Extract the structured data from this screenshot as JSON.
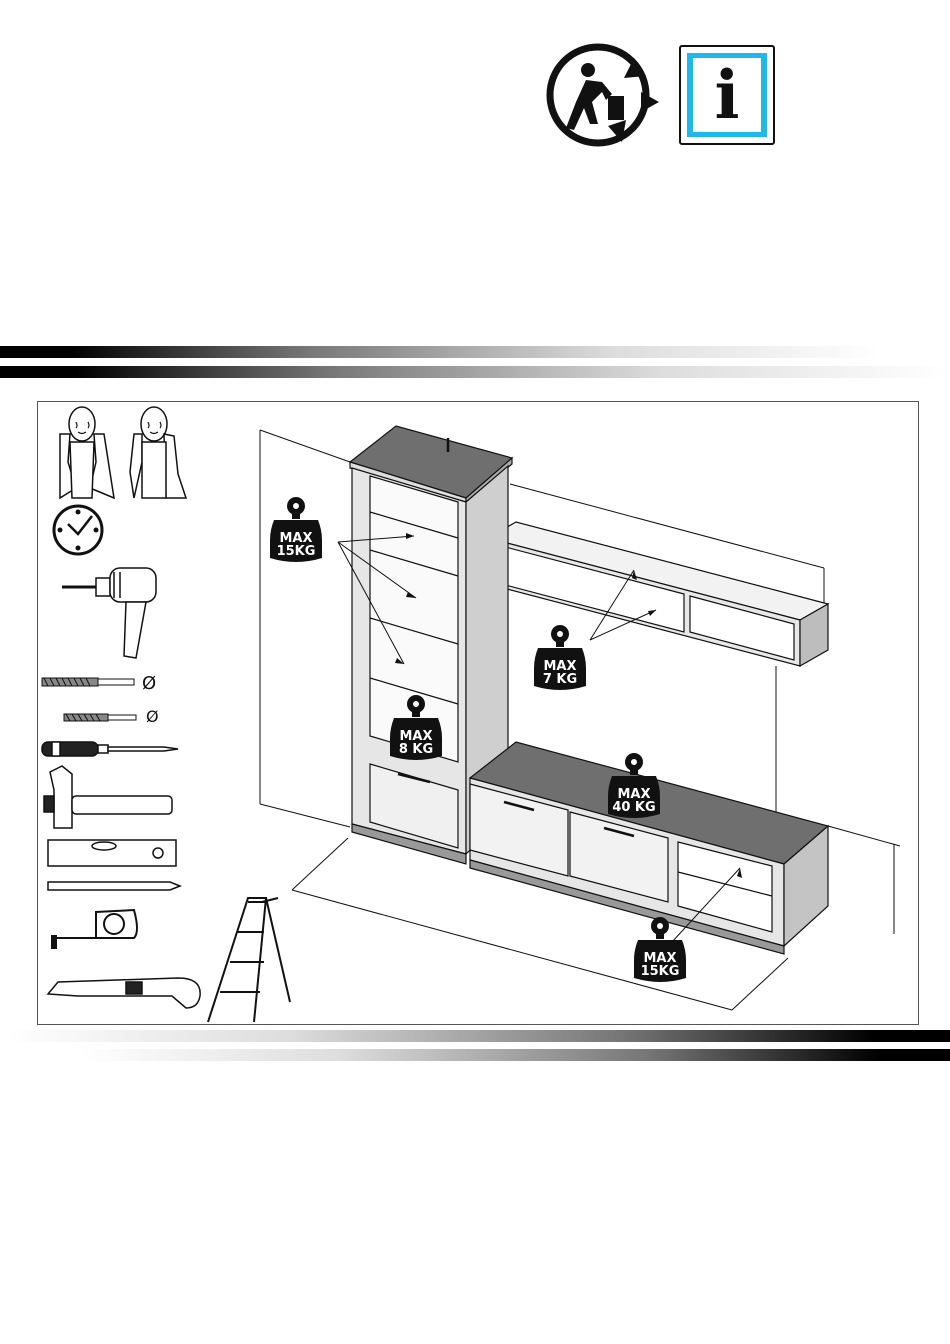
{
  "icons": {
    "recycle": "recycling-person-icon",
    "info": "info-icon",
    "info_letter": "i"
  },
  "colors": {
    "info_blue": "#1fb8ea",
    "panel_dark": "#6f6f6f",
    "panel_light": "#e6e6e6"
  },
  "tools": [
    "two-people-icon",
    "clock-icon",
    "drill-icon",
    "drill-bit-icon",
    "screwdriver-icon",
    "hammer-icon",
    "spirit-level-icon",
    "pencil-icon",
    "tape-measure-icon",
    "utility-knife-icon",
    "step-ladder-icon"
  ],
  "drill_bit_symbol": "Ø",
  "load_limits": [
    {
      "line1": "MAX",
      "line2": "15KG"
    },
    {
      "line1": "MAX",
      "line2": "7 KG"
    },
    {
      "line1": "MAX",
      "line2": "8 KG"
    },
    {
      "line1": "MAX",
      "line2": "40 KG"
    },
    {
      "line1": "MAX",
      "line2": "15KG"
    }
  ]
}
